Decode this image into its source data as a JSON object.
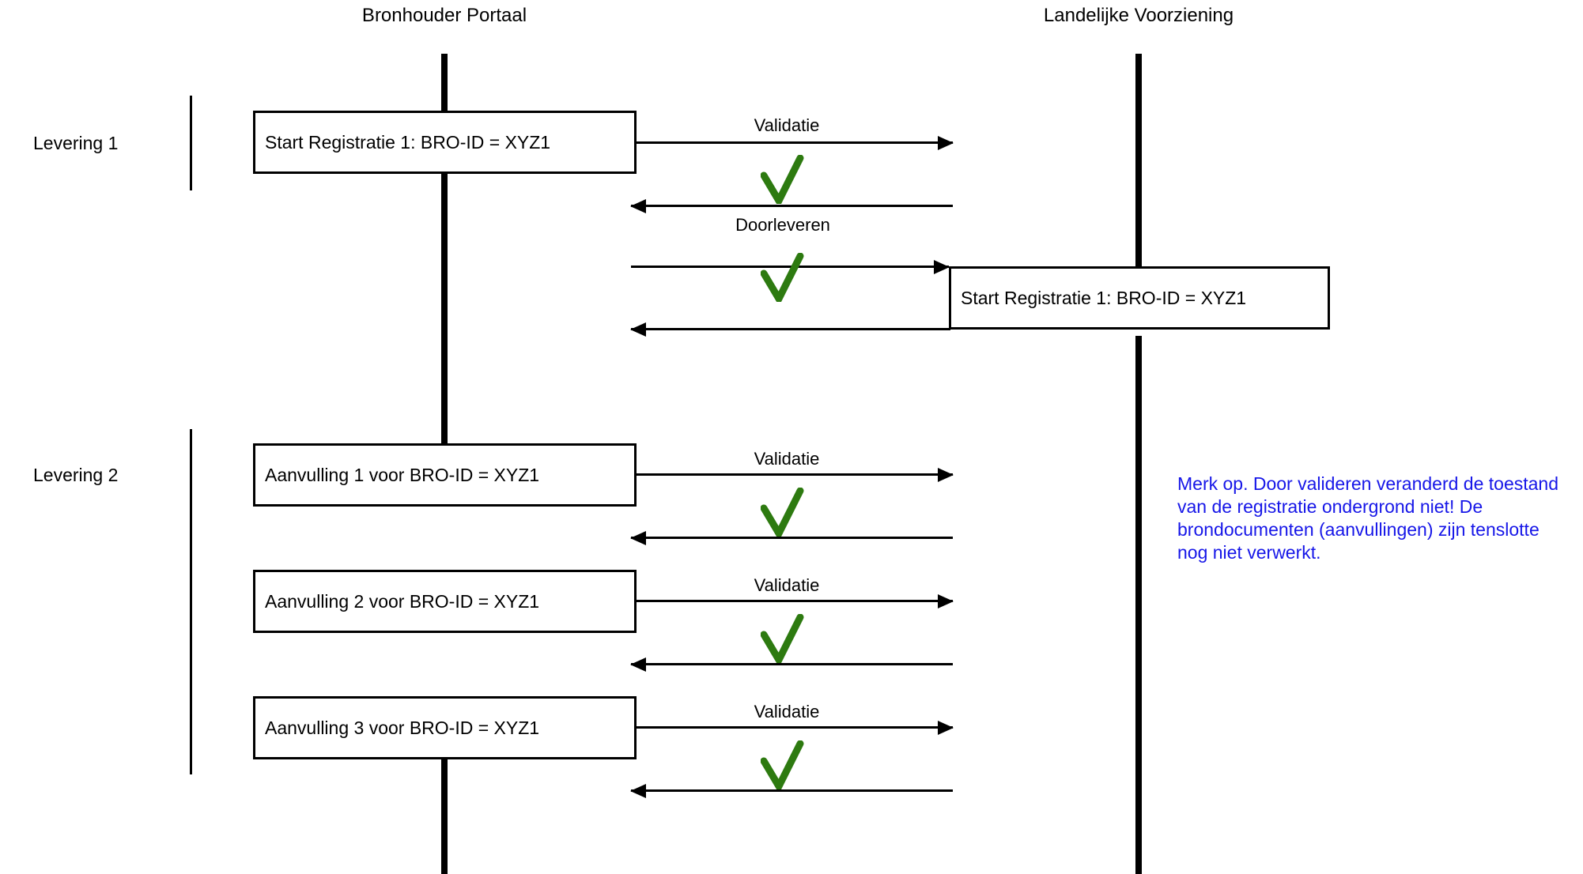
{
  "diagram": {
    "title_left": "Bronhouder Portaal",
    "title_right": "Landelijke Voorziening",
    "accent_green": "#2d7a10",
    "accent_blue": "#1616e8",
    "line_color": "#000000"
  },
  "participants": [
    {
      "name": "Bronhouder Portaal"
    },
    {
      "name": "Landelijke Voorziening"
    }
  ],
  "phases": [
    {
      "label": "Levering 1"
    },
    {
      "label": "Levering 2"
    }
  ],
  "boxes": [
    {
      "text": "Start Registratie 1: BRO-ID = XYZ1"
    },
    {
      "text": "Start Registratie 1: BRO-ID = XYZ1"
    },
    {
      "text": "Aanvulling 1 voor BRO-ID = XYZ1"
    },
    {
      "text": "Aanvulling 2 voor BRO-ID = XYZ1"
    },
    {
      "text": "Aanvulling 3 voor BRO-ID = XYZ1"
    }
  ],
  "messages": [
    {
      "label": "Validatie",
      "direction": "right"
    },
    {
      "label": "",
      "direction": "left"
    },
    {
      "label": "Doorleveren",
      "direction": "right"
    },
    {
      "label": "",
      "direction": "left"
    },
    {
      "label": "Validatie",
      "direction": "right"
    },
    {
      "label": "",
      "direction": "left"
    },
    {
      "label": "Validatie",
      "direction": "right"
    },
    {
      "label": "",
      "direction": "left"
    },
    {
      "label": "Validatie",
      "direction": "right"
    },
    {
      "label": "",
      "direction": "left"
    }
  ],
  "checks": [
    {
      "name": "check-ok-1"
    },
    {
      "name": "check-ok-2"
    },
    {
      "name": "check-ok-3"
    },
    {
      "name": "check-ok-4"
    },
    {
      "name": "check-ok-5"
    }
  ],
  "note": {
    "text": "Merk  op. Door valideren veranderd de toestand van de registratie ondergrond niet! De brondocumenten (aanvullingen) zijn tenslotte nog niet verwerkt.",
    "color": "#1616e8"
  }
}
